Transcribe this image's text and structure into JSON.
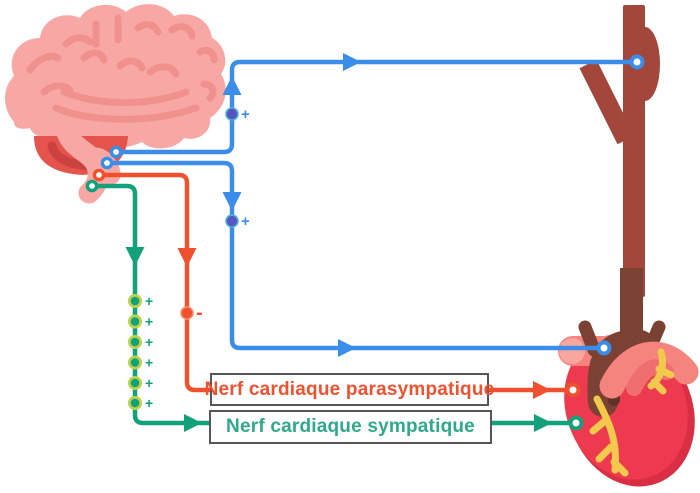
{
  "diagram": {
    "boxes": {
      "parasympathetic": {
        "label": "Nerf cardiaque parasympatique",
        "text_color": "#f0512f"
      },
      "sympathetic": {
        "label": "Nerf cardiaque sympatique",
        "text_color": "#2fa98c"
      }
    },
    "signs": {
      "plus": "+",
      "minus": "-"
    },
    "illustrations": [
      "brain",
      "heart",
      "artery-with-baroreceptor"
    ],
    "colors": {
      "blue_pathway": "#3a8de8",
      "red_pathway": "#f0502e",
      "green_pathway": "#12a17b",
      "synapse_purple": "#5953c8",
      "ganglion_ring_green": "#bcd24a",
      "artery_brown": "#a3473c",
      "aorta_dark_brown": "#7b4233",
      "heart_red": "#ee3a4f",
      "brain_pink": "#f8a8a4",
      "box_border_gray": "#53575b"
    },
    "counts": {
      "sympathetic_chain_ganglia": 6,
      "blue_plus_synapses": 2,
      "red_minus_synapses": 1
    }
  }
}
